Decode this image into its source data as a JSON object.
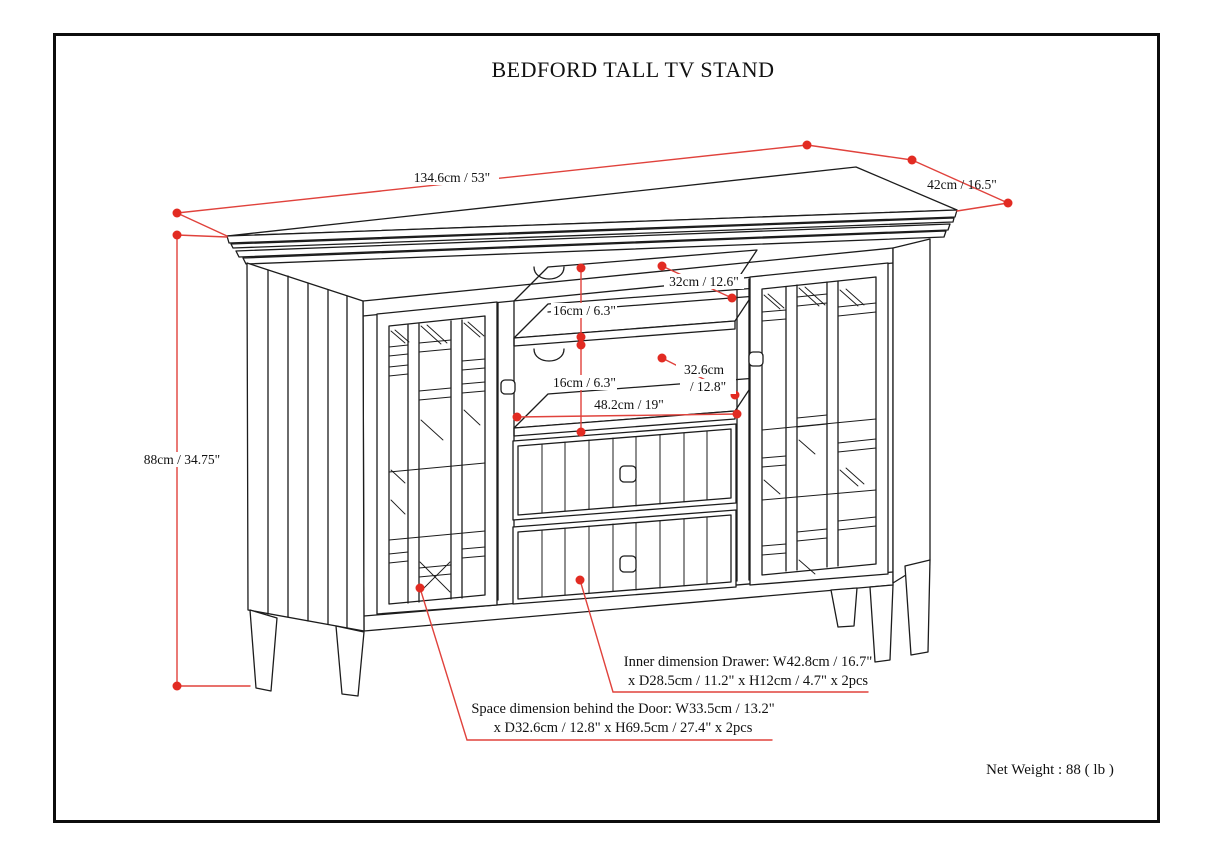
{
  "page": {
    "title": "BEDFORD TALL TV STAND",
    "net_weight": "Net Weight : 88 ( lb )"
  },
  "dimensions": {
    "overall_width": "134.6cm / 53\"",
    "overall_depth": "42cm / 16.5\"",
    "overall_height": "88cm / 34.75\"",
    "top_opening_height": "16cm / 6.3\"",
    "middle_opening_height": "16cm / 6.3\"",
    "top_opening_depth": "32cm / 12.6\"",
    "middle_shelf_depth_line1": "32.6cm",
    "middle_shelf_depth_line2": "/ 12.8\"",
    "opening_width": "48.2cm / 19\""
  },
  "annotations": {
    "drawer_line1": "Inner dimension Drawer: W42.8cm / 16.7\"",
    "drawer_line2": "x D28.5cm / 11.2\" x H12cm / 4.7\" x 2pcs",
    "door_line1": "Space dimension behind the Door: W33.5cm / 13.2\"",
    "door_line2": "x D32.6cm / 12.8\" x H69.5cm / 27.4\" x 2pcs"
  },
  "colors": {
    "dimension_red": "#e0423c",
    "dot_red": "#e22b22",
    "line_black": "#1c1c1c"
  }
}
